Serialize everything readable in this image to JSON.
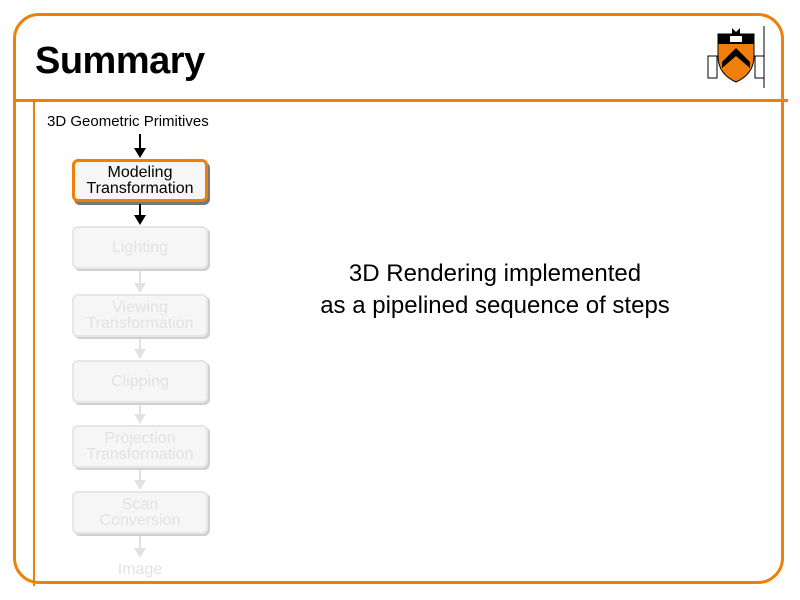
{
  "slide": {
    "title": "Summary",
    "logo": "princeton-shield-logo",
    "accent_color": "#f07f0a"
  },
  "pipeline": {
    "input_label": "3D Geometric Primitives",
    "stages": [
      {
        "label": "Modeling\nTransformation",
        "active": true
      },
      {
        "label": "Lighting",
        "active": false
      },
      {
        "label": "Viewing\nTransformation",
        "active": false
      },
      {
        "label": "Clipping",
        "active": false
      },
      {
        "label": "Projection\nTransformation",
        "active": false
      },
      {
        "label": "Scan\nConversion",
        "active": false
      }
    ],
    "output_label": "Image"
  },
  "main": {
    "lines": [
      "3D Rendering implemented",
      "as a pipelined sequence of steps"
    ]
  }
}
